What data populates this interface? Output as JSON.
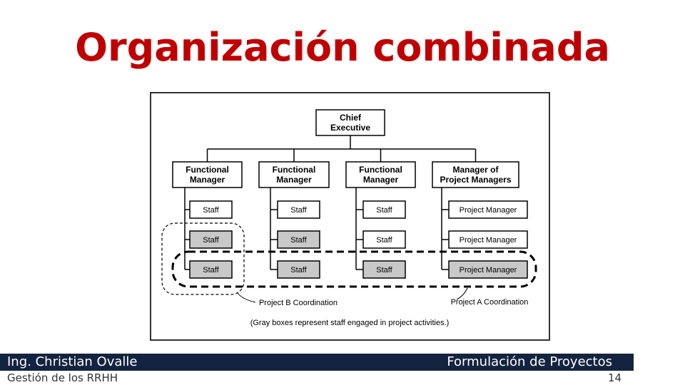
{
  "slide": {
    "title": "Organización combinada",
    "page_number": "14"
  },
  "footer": {
    "author": "Ing. Christian Ovalle",
    "course": "Formulación de Proyectos",
    "subtitle": "Gestión de los RRHH"
  },
  "diagram": {
    "root": [
      "Chief",
      "Executive"
    ],
    "managers": [
      {
        "label": [
          "Functional",
          "Manager"
        ],
        "members": [
          {
            "label": "Staff",
            "gray": false
          },
          {
            "label": "Staff",
            "gray": true
          },
          {
            "label": "Staff",
            "gray": true
          }
        ]
      },
      {
        "label": [
          "Functional",
          "Manager"
        ],
        "members": [
          {
            "label": "Staff",
            "gray": false
          },
          {
            "label": "Staff",
            "gray": true
          },
          {
            "label": "Staff",
            "gray": true
          }
        ]
      },
      {
        "label": [
          "Functional",
          "Manager"
        ],
        "members": [
          {
            "label": "Staff",
            "gray": false
          },
          {
            "label": "Staff",
            "gray": false
          },
          {
            "label": "Staff",
            "gray": true
          }
        ]
      },
      {
        "label": [
          "Manager of",
          "Project Managers"
        ],
        "members": [
          {
            "label": "Project Manager",
            "gray": false
          },
          {
            "label": "Project Manager",
            "gray": false
          },
          {
            "label": "Project Manager",
            "gray": true
          }
        ]
      }
    ],
    "project_b_label": "Project B Coordination",
    "project_a_label": "Project A Coordination",
    "caption": "(Gray boxes represent staff engaged in project activities.)",
    "colors": {
      "gray_fill": "#c8c8c8",
      "box_stroke": "#000000"
    }
  }
}
